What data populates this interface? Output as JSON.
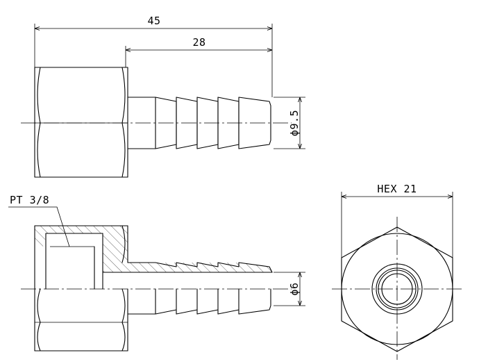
{
  "dimensions": {
    "overall_length": "45",
    "hose_length": "28",
    "hose_diameter": "ϕ9.5",
    "bore_diameter": "ϕ6",
    "hex_size": "HEX 21",
    "thread_spec": "PT 3/8"
  }
}
